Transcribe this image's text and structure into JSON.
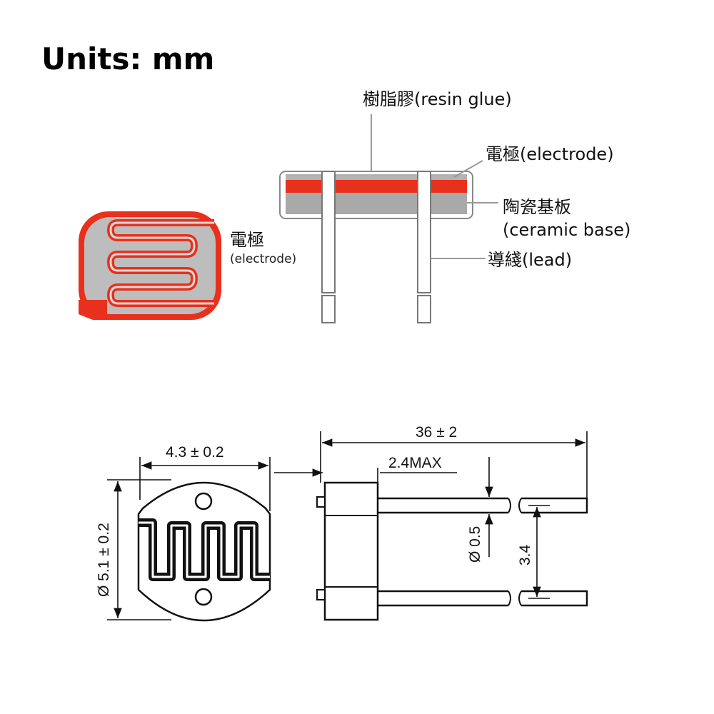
{
  "title": "Units: mm",
  "top_diagram": {
    "labels": {
      "resin_glue": "樹脂膠(resin glue)",
      "electrode_right": "電極(electrode)",
      "ceramic_base_cn": "陶瓷基板",
      "ceramic_base_en": "(ceramic base)",
      "lead": "導綫(lead)",
      "electrode_left_cn": "電極",
      "electrode_left_en": "(electrode)"
    },
    "colors": {
      "electrode_red": "#e8301c",
      "ceramic_grey": "#a9a9a9",
      "resin_grey": "#b3b3b3"
    }
  },
  "bottom_diagram": {
    "dimensions": {
      "width": "4.3 ± 0.2",
      "diameter": "Ø 5.1 ± 0.2",
      "total_length": "36 ± 2",
      "body_thickness": "2.4MAX",
      "lead_diameter": "Ø 0.5",
      "lead_pitch": "3.4"
    }
  }
}
